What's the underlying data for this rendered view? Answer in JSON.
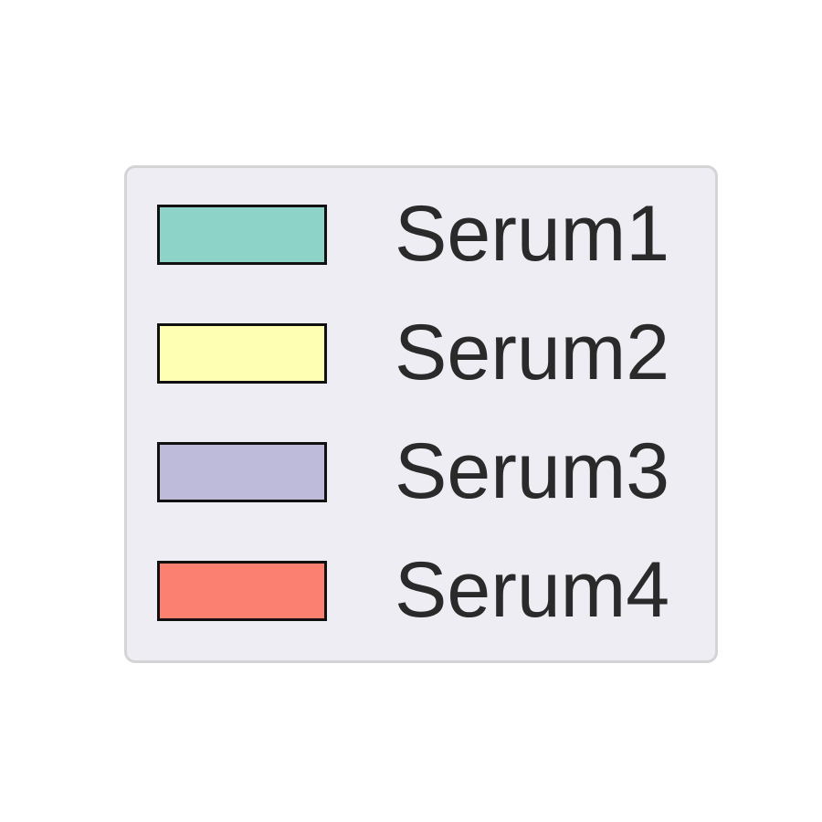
{
  "chart_data": {
    "type": "bar",
    "legend_only": true,
    "legend_placement": "center",
    "series": [
      {
        "name": "Serum1",
        "color": "#8dd3c7"
      },
      {
        "name": "Serum2",
        "color": "#ffffb3"
      },
      {
        "name": "Serum3",
        "color": "#bebada"
      },
      {
        "name": "Serum4",
        "color": "#fb8072"
      }
    ]
  }
}
